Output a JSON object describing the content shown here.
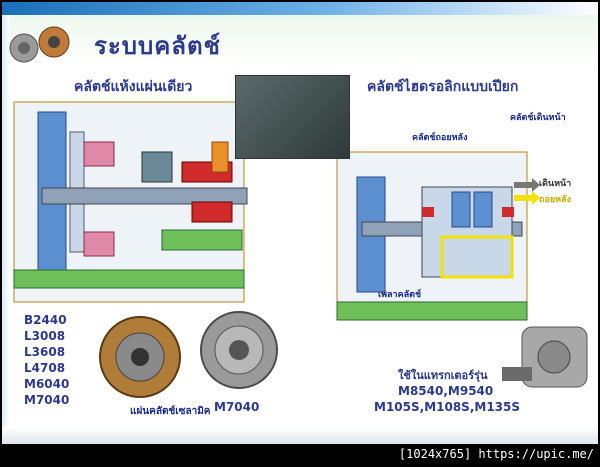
{
  "slide": {
    "title": "ระบบคลัตช์",
    "dry_clutch_heading": "คลัตช์แห้งแผ่นเดียว",
    "wet_clutch_heading": "คลัตช์ไฮดรอลิกแบบเปียก",
    "label_reverse_clutch": "คลัตช์ถอยหลัง",
    "label_forward_clutch": "คลัตช์เดินหน้า",
    "label_forward": "เดินหน้า",
    "label_reverse": "ถอยหลัง",
    "label_clutch_shaft": "เพลาคลัตช์",
    "tractor_models_left": [
      "B2440",
      "L3008",
      "L3608",
      "L4708",
      "M6040",
      "M7040"
    ],
    "ceramic_disc_caption": "แผ่นคลัตช์เซลามิค",
    "pressure_plate_caption": "M7040",
    "used_in_caption": "ใช้ในแทรกเตอร์รุ่น",
    "wet_models_line1": "M8540,M9540",
    "wet_models_line2": "M105S,M108S,M135S"
  },
  "watermark": "[1024x765] https://upic.me/",
  "colors": {
    "title": "#2b3a8c",
    "accent_blue": "#1a6fb8",
    "housing_green": "#6fbf5a",
    "part_red": "#cc1f1f"
  }
}
